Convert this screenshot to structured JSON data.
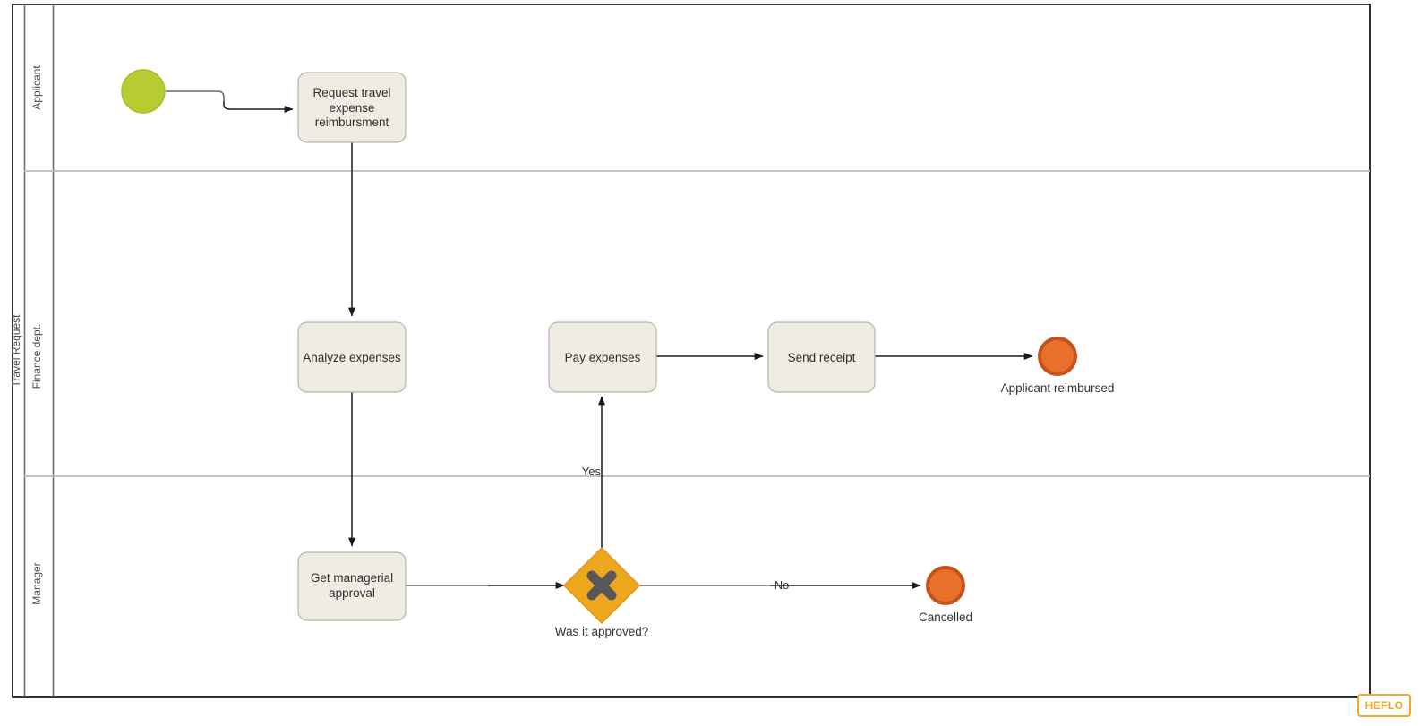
{
  "diagram": {
    "type": "bpmn-process",
    "pool": {
      "label": "Travel Request"
    },
    "lanes": [
      {
        "id": "applicant",
        "label": "Applicant"
      },
      {
        "id": "finance",
        "label": "Finance dept."
      },
      {
        "id": "manager",
        "label": "Manager"
      }
    ],
    "nodes": {
      "start_event": {
        "label": "",
        "kind": "start-event",
        "color": "#b6cc31"
      },
      "task_request": {
        "label": "Request travel expense reimbursment",
        "kind": "task"
      },
      "task_analyze": {
        "label": "Analyze expenses",
        "kind": "task"
      },
      "task_pay": {
        "label": "Pay expenses",
        "kind": "task"
      },
      "task_receipt": {
        "label": "Send receipt",
        "kind": "task"
      },
      "task_approval": {
        "label": "Get managerial approval",
        "kind": "task"
      },
      "gateway_approved": {
        "label": "Was it approved?",
        "kind": "exclusive-gateway",
        "color": "#efa81e"
      },
      "end_reimbursed": {
        "label": "Applicant reimbursed",
        "kind": "end-event",
        "color": "#e8702a"
      },
      "end_cancelled": {
        "label": "Cancelled",
        "kind": "end-event",
        "color": "#e8702a"
      }
    },
    "flows": [
      {
        "id": "flow_yes",
        "label": "Yes",
        "from": "gateway_approved",
        "to": "task_pay"
      },
      {
        "id": "flow_no",
        "label": "No",
        "from": "gateway_approved",
        "to": "end_cancelled"
      }
    ]
  },
  "watermark": {
    "label": "HEFLO",
    "color": "#f5a623"
  }
}
